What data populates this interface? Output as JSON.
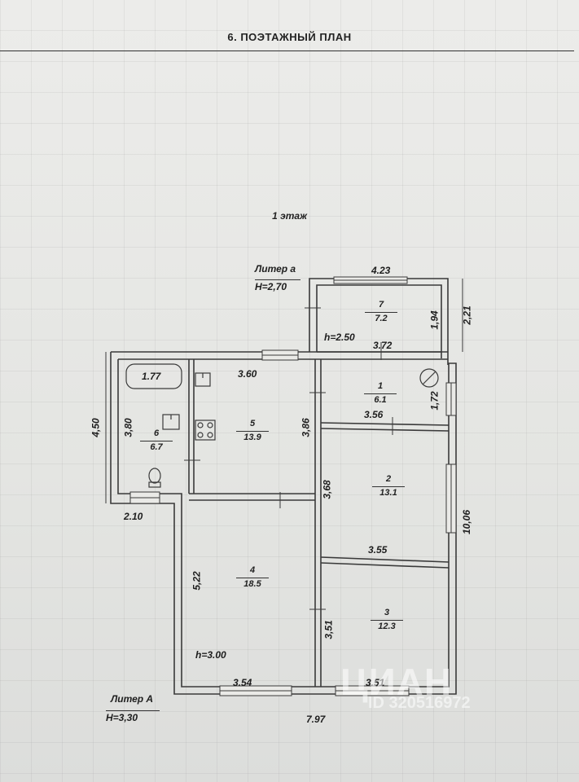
{
  "header": {
    "title": "6. ПОЭТАЖНЫЙ ПЛАН"
  },
  "floor": {
    "label": "1 этаж"
  },
  "liter_a_small": {
    "name": "Литер а",
    "height": "Н=2,70"
  },
  "liter_a_big": {
    "name": "Литер А",
    "height": "Н=3,30"
  },
  "rooms": [
    {
      "num": "1",
      "area": "6.1"
    },
    {
      "num": "2",
      "area": "13.1"
    },
    {
      "num": "3",
      "area": "12.3"
    },
    {
      "num": "4",
      "area": "18.5"
    },
    {
      "num": "5",
      "area": "13.9"
    },
    {
      "num": "6",
      "area": "6.7"
    },
    {
      "num": "7",
      "area": "7.2"
    }
  ],
  "dims": {
    "top_4_23": "4.23",
    "right_2_21": "2,21",
    "room7_1_94": "1,94",
    "h_2_50": "h=2.50",
    "room1_3_72": "3.72",
    "room1_1_72": "1,72",
    "room1_3_56": "3.56",
    "bath_1_77": "1.77",
    "room5_3_60": "3.60",
    "left_4_50": "4,50",
    "room6_3_80": "3,80",
    "room5_3_86": "3,86",
    "left_2_10": "2.10",
    "room2_3_68": "3,68",
    "right_10_06": "10,06",
    "room2_3_55": "3.55",
    "room4_5_22": "5,22",
    "room3_3_51v": "3,51",
    "h_3_00": "h=3.00",
    "room4_3_54": "3.54",
    "room3_3_51": "3.51",
    "bottom_7_97": "7.97"
  },
  "watermark": {
    "brand": "ЦИАН",
    "id": "ID 320516972"
  }
}
